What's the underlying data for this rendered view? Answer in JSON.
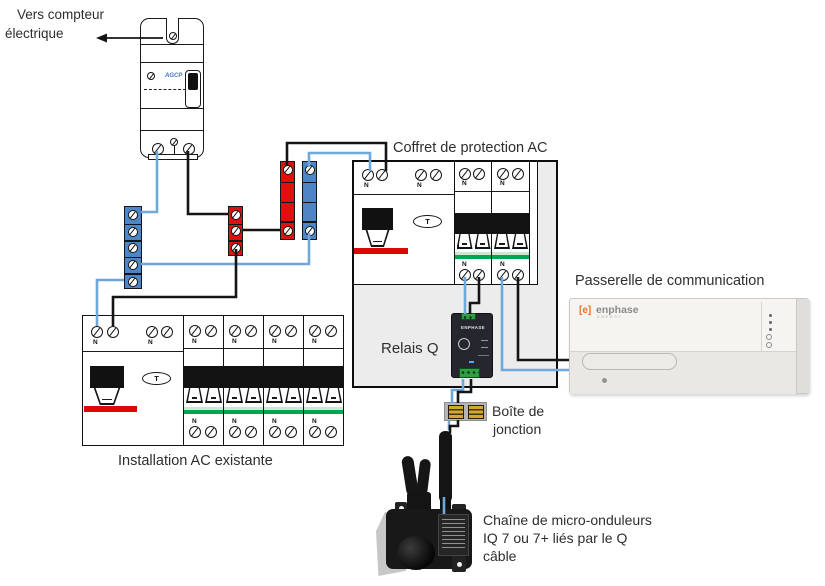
{
  "labels": {
    "vers_compteur_line1": "Vers compteur",
    "vers_compteur_line2": "électrique",
    "coffret": "Coffret de protection AC",
    "passerelle": "Passerelle de communication",
    "relais": "Relais Q",
    "boite_line1": "Boîte de",
    "boite_line2": "jonction",
    "installation": "Installation AC existante",
    "chaine_line1": "Chaîne de micro-onduleurs",
    "chaine_line2": "IQ 7 ou 7+ liés par le Q",
    "chaine_line3": "câble"
  },
  "device_labels": {
    "neutral": "N",
    "test_button": "T",
    "main_breaker": "AGCP",
    "relay_brand": "ENPHASE",
    "gateway_logo_bracket": "[e]",
    "gateway_logo_name": "enphase",
    "gateway_logo_sub": "ENERGY"
  },
  "colors": {
    "wire_neutral_blue": "#6fa8dc",
    "wire_phase_black": "#151515",
    "terminal_block_red": "#e01010",
    "terminal_block_blue": "#4e86c5",
    "breaker_strip_green": "#00a551",
    "diff_strip_red": "#dc0806",
    "enphase_orange": "#f37021",
    "agcp_text_blue": "#4472c4",
    "coffret_fill": "#ececec",
    "junction_gold": "#d2a82e"
  }
}
